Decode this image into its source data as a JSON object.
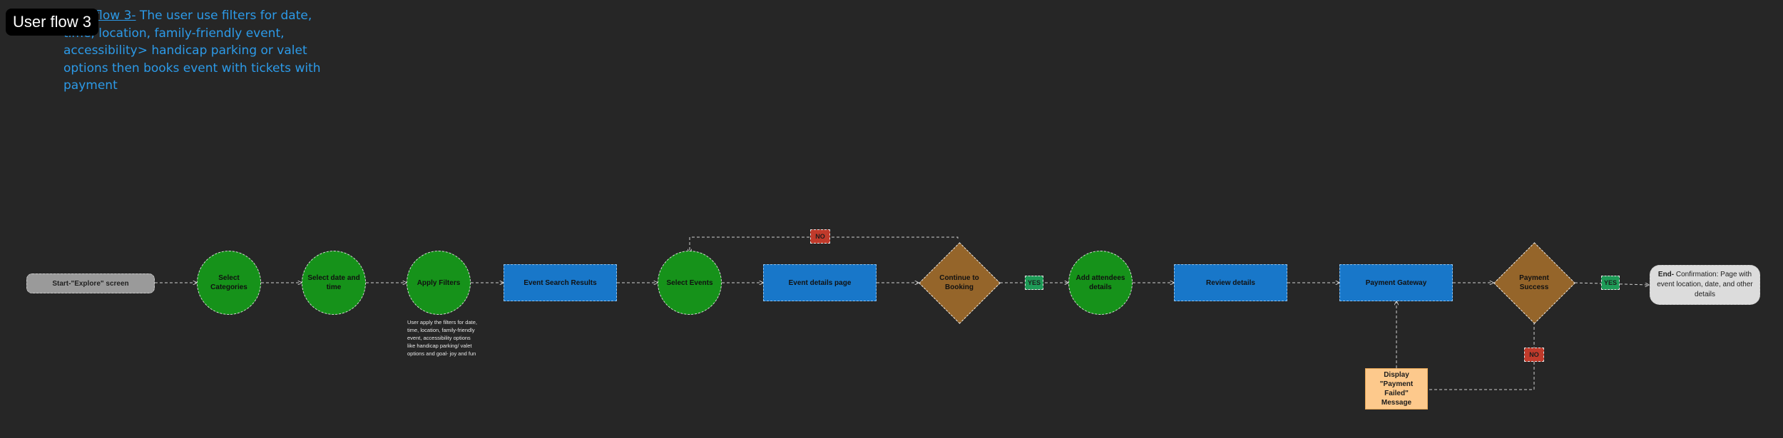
{
  "header": {
    "badge": "User flow 3",
    "description_link": "User flow 3-",
    "description_text": " The user use filters for date, time, location, family-friendly event, accessibility> handicap parking or valet options then books event with tickets with payment"
  },
  "nodes": {
    "start": "Start-\"Explore\" screen",
    "select_categories": "Select Categories",
    "select_date_time": "Select date and time",
    "apply_filters": "Apply Filters",
    "event_search_results": "Event Search Results",
    "select_events": "Select Events",
    "event_details_page": "Event details page",
    "continue_booking": "Continue to Booking",
    "add_attendees": "Add attendees details",
    "review_details": "Review details",
    "payment_gateway": "Payment Gateway",
    "payment_success": "Payment Success",
    "end_bold": "End-",
    "end_text": " Confirmation: Page with event location, date, and other details",
    "payment_failed": "Display \"Payment Failed\" Message"
  },
  "tags": {
    "no_top": "NO",
    "yes_booking": "YES",
    "yes_payment": "YES",
    "no_payment": "NO"
  },
  "notes": {
    "apply_filters_note": "User apply the filters for date, time, location, family-friendly event, accessibility options like handicap parking/ valet options and goal- joy and fun"
  },
  "colors": {
    "background": "#262626",
    "circle_green": "#16921a",
    "rect_blue": "#1877c9",
    "diamond_brown": "#95652a",
    "tag_red": "#c03a2b",
    "tag_green": "#1e9b57",
    "fail_peach": "#fdc98c",
    "description_blue": "#2c9ae8"
  }
}
